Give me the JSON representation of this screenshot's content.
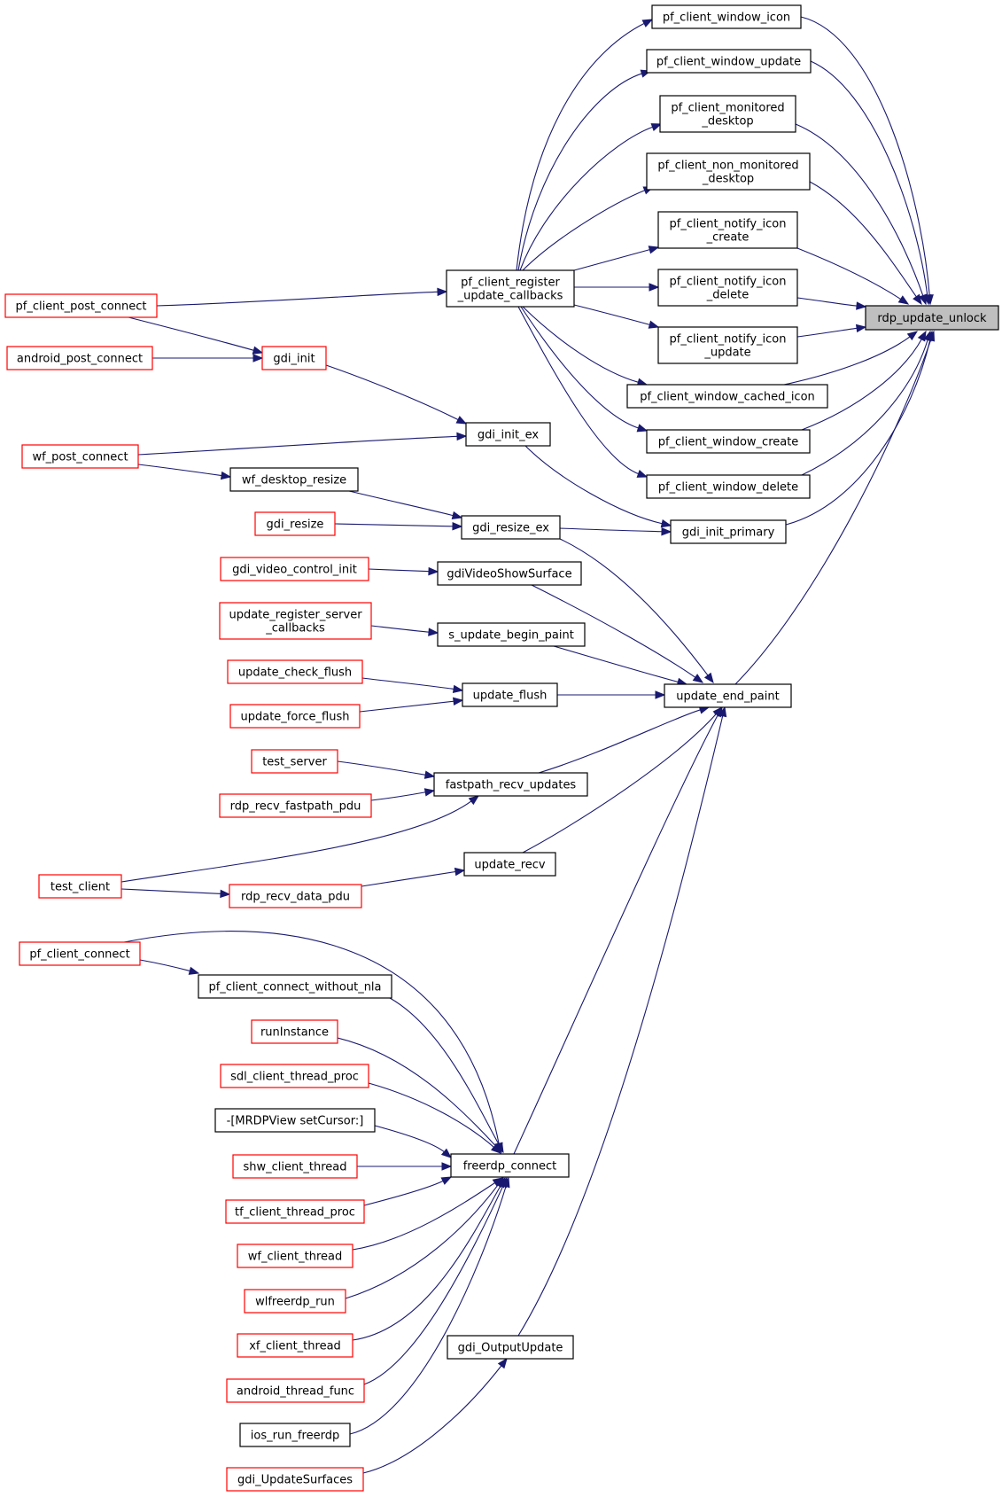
{
  "graph": {
    "nodes": {
      "rdp_update_unlock": {
        "lines": [
          "rdp_update_unlock"
        ],
        "style": "selected"
      },
      "pf_client_window_icon": {
        "lines": [
          "pf_client_window_icon"
        ],
        "style": "black"
      },
      "pf_client_window_update": {
        "lines": [
          "pf_client_window_update"
        ],
        "style": "black"
      },
      "pf_client_monitored_desktop": {
        "lines": [
          "pf_client_monitored",
          "_desktop"
        ],
        "style": "black"
      },
      "pf_client_non_monitored_desktop": {
        "lines": [
          "pf_client_non_monitored",
          "_desktop"
        ],
        "style": "black"
      },
      "pf_client_notify_icon_create": {
        "lines": [
          "pf_client_notify_icon",
          "_create"
        ],
        "style": "black"
      },
      "pf_client_notify_icon_delete": {
        "lines": [
          "pf_client_notify_icon",
          "_delete"
        ],
        "style": "black"
      },
      "pf_client_notify_icon_update": {
        "lines": [
          "pf_client_notify_icon",
          "_update"
        ],
        "style": "black"
      },
      "pf_client_window_cached_icon": {
        "lines": [
          "pf_client_window_cached_icon"
        ],
        "style": "black"
      },
      "pf_client_window_create": {
        "lines": [
          "pf_client_window_create"
        ],
        "style": "black"
      },
      "pf_client_window_delete": {
        "lines": [
          "pf_client_window_delete"
        ],
        "style": "black"
      },
      "gdi_init_primary": {
        "lines": [
          "gdi_init_primary"
        ],
        "style": "black"
      },
      "update_end_paint": {
        "lines": [
          "update_end_paint"
        ],
        "style": "black"
      },
      "pf_client_register_update_callbacks": {
        "lines": [
          "pf_client_register",
          "_update_callbacks"
        ],
        "style": "black"
      },
      "pf_client_post_connect": {
        "lines": [
          "pf_client_post_connect"
        ],
        "style": "red"
      },
      "android_post_connect": {
        "lines": [
          "android_post_connect"
        ],
        "style": "red"
      },
      "gdi_init": {
        "lines": [
          "gdi_init"
        ],
        "style": "red"
      },
      "gdi_init_ex": {
        "lines": [
          "gdi_init_ex"
        ],
        "style": "black"
      },
      "wf_post_connect": {
        "lines": [
          "wf_post_connect"
        ],
        "style": "red"
      },
      "wf_desktop_resize": {
        "lines": [
          "wf_desktop_resize"
        ],
        "style": "black"
      },
      "gdi_resize": {
        "lines": [
          "gdi_resize"
        ],
        "style": "red"
      },
      "gdi_resize_ex": {
        "lines": [
          "gdi_resize_ex"
        ],
        "style": "black"
      },
      "gdi_video_control_init": {
        "lines": [
          "gdi_video_control_init"
        ],
        "style": "red"
      },
      "gdiVideoShowSurface": {
        "lines": [
          "gdiVideoShowSurface"
        ],
        "style": "black"
      },
      "update_register_server_callbacks": {
        "lines": [
          "update_register_server",
          "_callbacks"
        ],
        "style": "red"
      },
      "s_update_begin_paint": {
        "lines": [
          "s_update_begin_paint"
        ],
        "style": "black"
      },
      "update_check_flush": {
        "lines": [
          "update_check_flush"
        ],
        "style": "red"
      },
      "update_force_flush": {
        "lines": [
          "update_force_flush"
        ],
        "style": "red"
      },
      "update_flush": {
        "lines": [
          "update_flush"
        ],
        "style": "black"
      },
      "test_server": {
        "lines": [
          "test_server"
        ],
        "style": "red"
      },
      "rdp_recv_fastpath_pdu": {
        "lines": [
          "rdp_recv_fastpath_pdu"
        ],
        "style": "red"
      },
      "fastpath_recv_updates": {
        "lines": [
          "fastpath_recv_updates"
        ],
        "style": "black"
      },
      "update_recv": {
        "lines": [
          "update_recv"
        ],
        "style": "black"
      },
      "test_client": {
        "lines": [
          "test_client"
        ],
        "style": "red"
      },
      "rdp_recv_data_pdu": {
        "lines": [
          "rdp_recv_data_pdu"
        ],
        "style": "red"
      },
      "pf_client_connect": {
        "lines": [
          "pf_client_connect"
        ],
        "style": "red"
      },
      "pf_client_connect_without_nla": {
        "lines": [
          "pf_client_connect_without_nla"
        ],
        "style": "black"
      },
      "runInstance": {
        "lines": [
          "runInstance"
        ],
        "style": "red"
      },
      "sdl_client_thread_proc": {
        "lines": [
          "sdl_client_thread_proc"
        ],
        "style": "red"
      },
      "MRDPView_setCursor": {
        "lines": [
          "-[MRDPView setCursor:]"
        ],
        "style": "black"
      },
      "shw_client_thread": {
        "lines": [
          "shw_client_thread"
        ],
        "style": "red"
      },
      "tf_client_thread_proc": {
        "lines": [
          "tf_client_thread_proc"
        ],
        "style": "red"
      },
      "wf_client_thread": {
        "lines": [
          "wf_client_thread"
        ],
        "style": "red"
      },
      "wlfreerdp_run": {
        "lines": [
          "wlfreerdp_run"
        ],
        "style": "red"
      },
      "xf_client_thread": {
        "lines": [
          "xf_client_thread"
        ],
        "style": "red"
      },
      "android_thread_func": {
        "lines": [
          "android_thread_func"
        ],
        "style": "red"
      },
      "ios_run_freerdp": {
        "lines": [
          "ios_run_freerdp"
        ],
        "style": "black"
      },
      "gdi_UpdateSurfaces": {
        "lines": [
          "gdi_UpdateSurfaces"
        ],
        "style": "red"
      },
      "freerdp_connect": {
        "lines": [
          "freerdp_connect"
        ],
        "style": "black"
      },
      "gdi_OutputUpdate": {
        "lines": [
          "gdi_OutputUpdate"
        ],
        "style": "black"
      }
    },
    "edges": [
      [
        "pf_client_window_icon",
        "rdp_update_unlock"
      ],
      [
        "pf_client_window_update",
        "rdp_update_unlock"
      ],
      [
        "pf_client_monitored_desktop",
        "rdp_update_unlock"
      ],
      [
        "pf_client_non_monitored_desktop",
        "rdp_update_unlock"
      ],
      [
        "pf_client_notify_icon_create",
        "rdp_update_unlock"
      ],
      [
        "pf_client_notify_icon_delete",
        "rdp_update_unlock"
      ],
      [
        "pf_client_notify_icon_update",
        "rdp_update_unlock"
      ],
      [
        "pf_client_window_cached_icon",
        "rdp_update_unlock"
      ],
      [
        "pf_client_window_create",
        "rdp_update_unlock"
      ],
      [
        "pf_client_window_delete",
        "rdp_update_unlock"
      ],
      [
        "gdi_init_primary",
        "rdp_update_unlock"
      ],
      [
        "update_end_paint",
        "rdp_update_unlock"
      ],
      [
        "pf_client_register_update_callbacks",
        "pf_client_window_icon"
      ],
      [
        "pf_client_register_update_callbacks",
        "pf_client_window_update"
      ],
      [
        "pf_client_register_update_callbacks",
        "pf_client_monitored_desktop"
      ],
      [
        "pf_client_register_update_callbacks",
        "pf_client_non_monitored_desktop"
      ],
      [
        "pf_client_register_update_callbacks",
        "pf_client_notify_icon_create"
      ],
      [
        "pf_client_register_update_callbacks",
        "pf_client_notify_icon_delete"
      ],
      [
        "pf_client_register_update_callbacks",
        "pf_client_notify_icon_update"
      ],
      [
        "pf_client_register_update_callbacks",
        "pf_client_window_cached_icon"
      ],
      [
        "pf_client_register_update_callbacks",
        "pf_client_window_create"
      ],
      [
        "pf_client_register_update_callbacks",
        "pf_client_window_delete"
      ],
      [
        "pf_client_post_connect",
        "pf_client_register_update_callbacks"
      ],
      [
        "pf_client_post_connect",
        "gdi_init"
      ],
      [
        "android_post_connect",
        "gdi_init"
      ],
      [
        "gdi_init",
        "gdi_init_ex"
      ],
      [
        "wf_post_connect",
        "gdi_init_ex"
      ],
      [
        "gdi_init_ex",
        "gdi_init_primary"
      ],
      [
        "wf_post_connect",
        "wf_desktop_resize"
      ],
      [
        "wf_desktop_resize",
        "gdi_resize_ex"
      ],
      [
        "gdi_resize",
        "gdi_resize_ex"
      ],
      [
        "gdi_resize_ex",
        "gdi_init_primary"
      ],
      [
        "gdi_resize_ex",
        "update_end_paint"
      ],
      [
        "gdi_video_control_init",
        "gdiVideoShowSurface"
      ],
      [
        "gdiVideoShowSurface",
        "update_end_paint"
      ],
      [
        "update_register_server_callbacks",
        "s_update_begin_paint"
      ],
      [
        "s_update_begin_paint",
        "update_end_paint"
      ],
      [
        "update_check_flush",
        "update_flush"
      ],
      [
        "update_force_flush",
        "update_flush"
      ],
      [
        "update_flush",
        "update_end_paint"
      ],
      [
        "test_server",
        "fastpath_recv_updates"
      ],
      [
        "rdp_recv_fastpath_pdu",
        "fastpath_recv_updates"
      ],
      [
        "test_client",
        "fastpath_recv_updates"
      ],
      [
        "fastpath_recv_updates",
        "update_end_paint"
      ],
      [
        "test_client",
        "rdp_recv_data_pdu"
      ],
      [
        "rdp_recv_data_pdu",
        "update_recv"
      ],
      [
        "update_recv",
        "update_end_paint"
      ],
      [
        "freerdp_connect",
        "update_end_paint"
      ],
      [
        "gdi_OutputUpdate",
        "update_end_paint"
      ],
      [
        "pf_client_connect",
        "pf_client_connect_without_nla"
      ],
      [
        "pf_client_connect",
        "freerdp_connect"
      ],
      [
        "pf_client_connect_without_nla",
        "freerdp_connect"
      ],
      [
        "runInstance",
        "freerdp_connect"
      ],
      [
        "sdl_client_thread_proc",
        "freerdp_connect"
      ],
      [
        "MRDPView_setCursor",
        "freerdp_connect"
      ],
      [
        "shw_client_thread",
        "freerdp_connect"
      ],
      [
        "tf_client_thread_proc",
        "freerdp_connect"
      ],
      [
        "wf_client_thread",
        "freerdp_connect"
      ],
      [
        "wlfreerdp_run",
        "freerdp_connect"
      ],
      [
        "xf_client_thread",
        "freerdp_connect"
      ],
      [
        "android_thread_func",
        "freerdp_connect"
      ],
      [
        "ios_run_freerdp",
        "freerdp_connect"
      ],
      [
        "gdi_UpdateSurfaces",
        "gdi_OutputUpdate"
      ]
    ],
    "colors": {
      "edge": "#191970",
      "selected_fill": "#bfbfbf",
      "red_border": "#ff0000",
      "black_border": "#000000"
    }
  }
}
